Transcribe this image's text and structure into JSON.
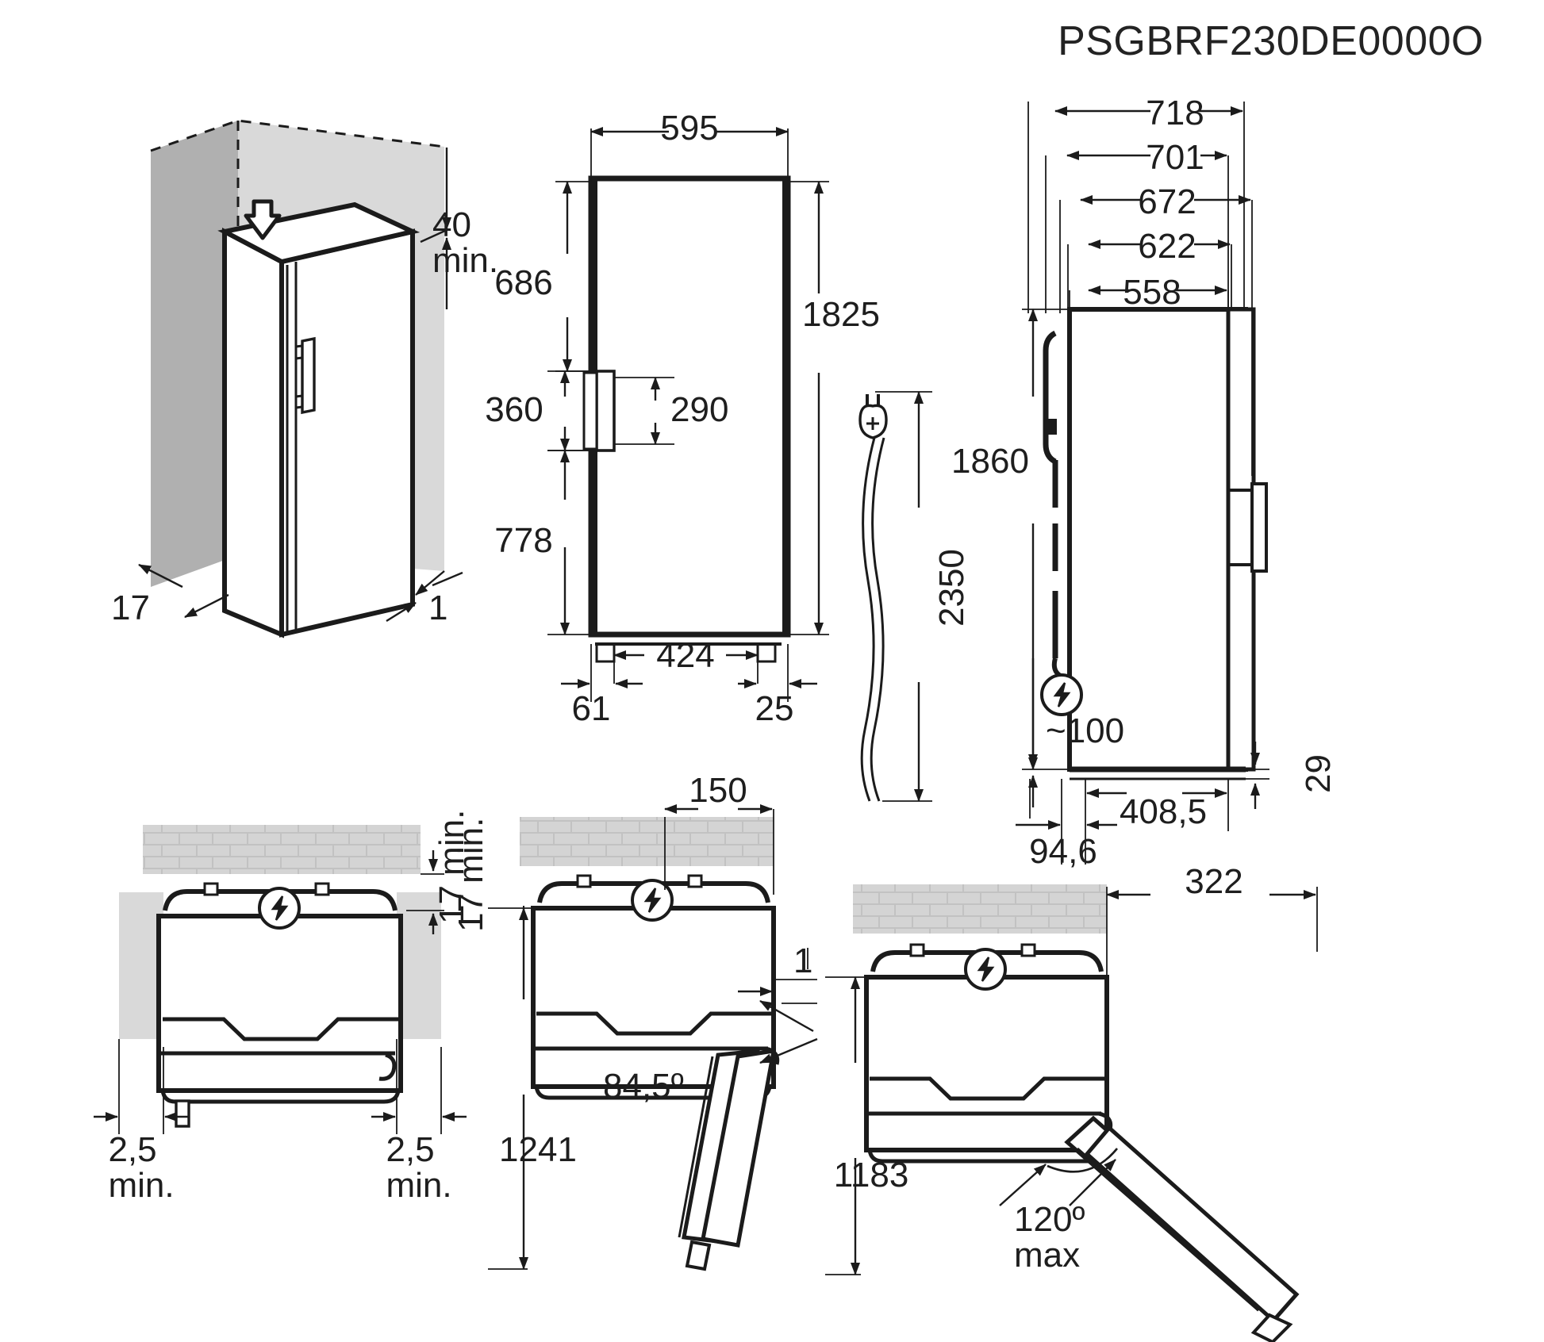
{
  "drawing": {
    "title": "PSGBRF230DE0000O",
    "type": "appliance-installation-dimension-drawing",
    "units": "mm"
  },
  "views": {
    "iso": {
      "name": "isometric-corner-clearance-view",
      "labels": {
        "top_clearance": "40\nmin.",
        "rear_left": "17",
        "rear_right": "1"
      }
    },
    "front": {
      "name": "front-elevation-view",
      "labels": {
        "width": "595",
        "height_total": "1825",
        "top_to_handle": "686",
        "handle_zone": "360",
        "handle_length": "290",
        "bottom_to_handle": "778",
        "foot_span": "424",
        "foot_left": "61",
        "foot_right": "25"
      }
    },
    "cord": {
      "name": "power-cord-view",
      "labels": {
        "cord_length": "2350"
      }
    },
    "side": {
      "name": "side-elevation-view",
      "labels": {
        "depth_718": "718",
        "depth_701": "701",
        "depth_672": "672",
        "depth_622": "622",
        "depth_558": "558",
        "height_1860": "1860",
        "socket_height": "~100",
        "foot_offset": "408,5",
        "foot_front": "94,6",
        "base_29": "29"
      }
    },
    "plan_clearance": {
      "name": "plan-view-side-clearances",
      "labels": {
        "rear_clearance": "17 min.",
        "left_clearance": "2,5\nmin.",
        "right_clearance": "2,5\nmin."
      }
    },
    "plan_door_845": {
      "name": "plan-view-door-open-84deg",
      "labels": {
        "rear_clearance": "17 min.",
        "hinge_side": "150",
        "front_gap": "1",
        "door_angle": "84,5º",
        "swing_depth": "1241"
      }
    },
    "plan_door_120": {
      "name": "plan-view-door-open-120deg",
      "labels": {
        "door_projection": "322",
        "swing_depth": "1183",
        "door_angle": "120º\nmax"
      }
    }
  },
  "icons": {
    "power_symbol": "lightning-bolt-in-circle",
    "airflow_arrow": "up-arrow",
    "plug": "mains-plug"
  },
  "colors": {
    "line": "#1b1b1b",
    "wall_dark": "#b3b3b3",
    "wall_light": "#d9d9d9",
    "brick": "#d2d2d2",
    "text": "#1e1e1e"
  }
}
